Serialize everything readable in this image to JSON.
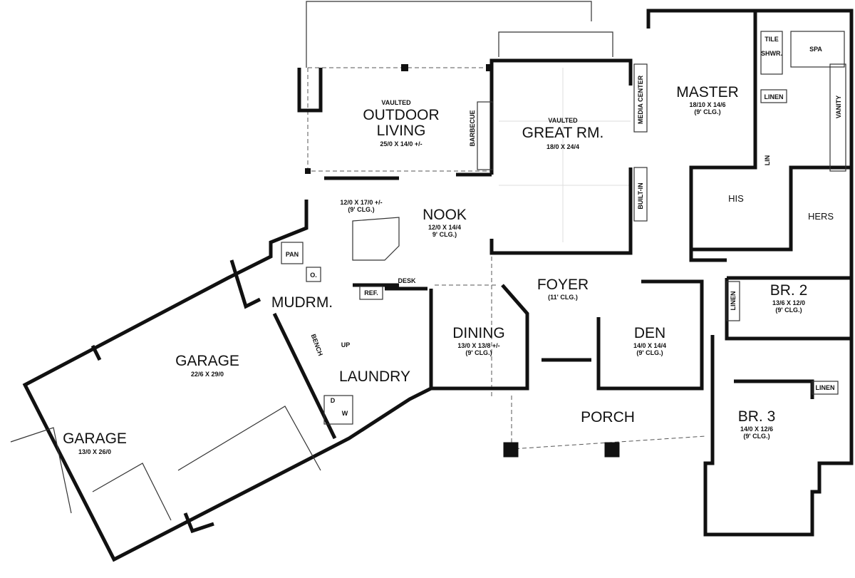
{
  "rooms": {
    "outdoor": {
      "note": "VAULTED",
      "name1": "OUTDOOR",
      "name2": "LIVING",
      "dims": "25/0 X 14/0 +/-"
    },
    "great": {
      "note": "VAULTED",
      "name": "GREAT RM.",
      "dims": "18/0 X 24/4"
    },
    "master": {
      "name": "MASTER",
      "dims": "18/10 X 14/6",
      "clg": "(9' CLG.)"
    },
    "kitchen": {
      "dims": "12/0 X 17/0 +/-",
      "clg": "(9' CLG.)"
    },
    "nook": {
      "name": "NOOK",
      "dims": "12/0 X 14/4",
      "clg": "9' CLG.)"
    },
    "foyer": {
      "name": "FOYER",
      "clg": "(11' CLG.)"
    },
    "dining": {
      "name": "DINING",
      "dims": "13/0 X 13/8 +/-",
      "clg": "(9' CLG.)"
    },
    "den": {
      "name": "DEN",
      "dims": "14/0 X 14/4",
      "clg": "(9' CLG.)"
    },
    "br2": {
      "name": "BR. 2",
      "dims": "13/6 X 12/0",
      "clg": "(9' CLG.)"
    },
    "br3": {
      "name": "BR. 3",
      "dims": "14/0 X 12/6",
      "clg": "(9' CLG.)"
    },
    "garage1": {
      "name": "GARAGE",
      "dims": "22/6 X 29/0"
    },
    "garage2": {
      "name": "GARAGE",
      "dims": "13/0 X 26/0"
    },
    "mudroom": {
      "name": "MUDRM."
    },
    "laundry": {
      "name": "LAUNDRY"
    },
    "porch": {
      "name": "PORCH"
    },
    "his": {
      "name": "HIS"
    },
    "hers": {
      "name": "HERS"
    }
  },
  "fixtures": {
    "barbecue": "BARBECUE",
    "media_center": "MEDIA CENTER",
    "built_in": "BUILT-IN",
    "tile": "TILE",
    "shwr": "SHWR.",
    "spa": "SPA",
    "linen": "LINEN",
    "vanity": "VANITY",
    "lin": "LIN",
    "pan": "PAN",
    "o": "O.",
    "ref": "REF.",
    "desk": "DESK",
    "up": "UP",
    "bench": "BENCH",
    "d": "D",
    "w": "W",
    "linen_br2": "LINEN",
    "linen_br3": "LINEN"
  }
}
